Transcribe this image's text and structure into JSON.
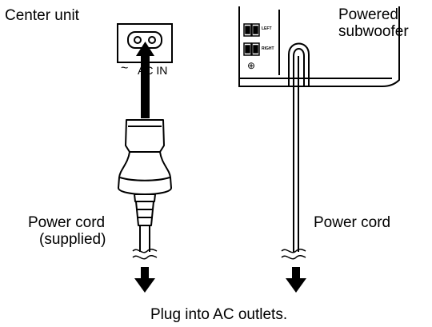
{
  "labels": {
    "center_unit": "Center unit",
    "powered_sub_line1": "Powered",
    "powered_sub_line2": "subwoofer",
    "ac_in": "AC IN",
    "ac_tilde": "~",
    "power_cord_supplied_line1": "Power cord",
    "power_cord_supplied_line2": "(supplied)",
    "power_cord_right": "Power cord",
    "footer": "Plug into AC outlets.",
    "speaker_left": "LEFT",
    "speaker_right": "RIGHT",
    "ground_symbol": "⊕"
  }
}
